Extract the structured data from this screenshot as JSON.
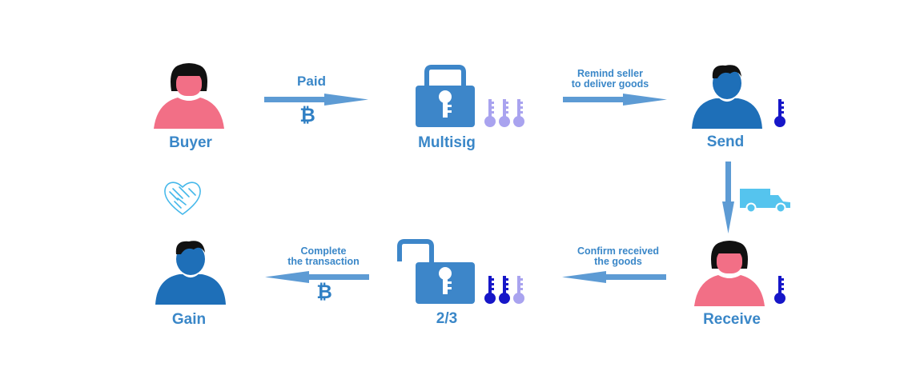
{
  "colors": {
    "label": "#3a87c8",
    "arrow": "#5d9bd4",
    "female_body": "#f26f86",
    "female_face": "#f26f86",
    "male_body": "#1e6fb8",
    "hair": "#111111",
    "lock": "#3d86c9",
    "key_dark": "#1616c8",
    "key_light": "#a9a3ef",
    "truck": "#55c4ee",
    "handshake": "#45b8ea"
  },
  "nodes": {
    "buyer": "Buyer",
    "multisig": "Multisig",
    "send": "Send",
    "receive": "Receive",
    "two_of_three": "2/3",
    "gain": "Gain"
  },
  "edges": {
    "paid": "Paid",
    "remind_line1": "Remind seller",
    "remind_line2": "to deliver goods",
    "confirm_line1": "Confirm received",
    "confirm_line2": "the goods",
    "complete_line1": "Complete",
    "complete_line2": "the transaction"
  },
  "symbols": {
    "bitcoin": "₿"
  },
  "icons": [
    "female-person-icon",
    "male-person-icon",
    "padlock-closed-icon",
    "padlock-open-icon",
    "key-icon",
    "bitcoin-icon",
    "truck-icon",
    "handshake-heart-icon",
    "arrow-right-icon",
    "arrow-left-icon",
    "arrow-down-icon"
  ]
}
